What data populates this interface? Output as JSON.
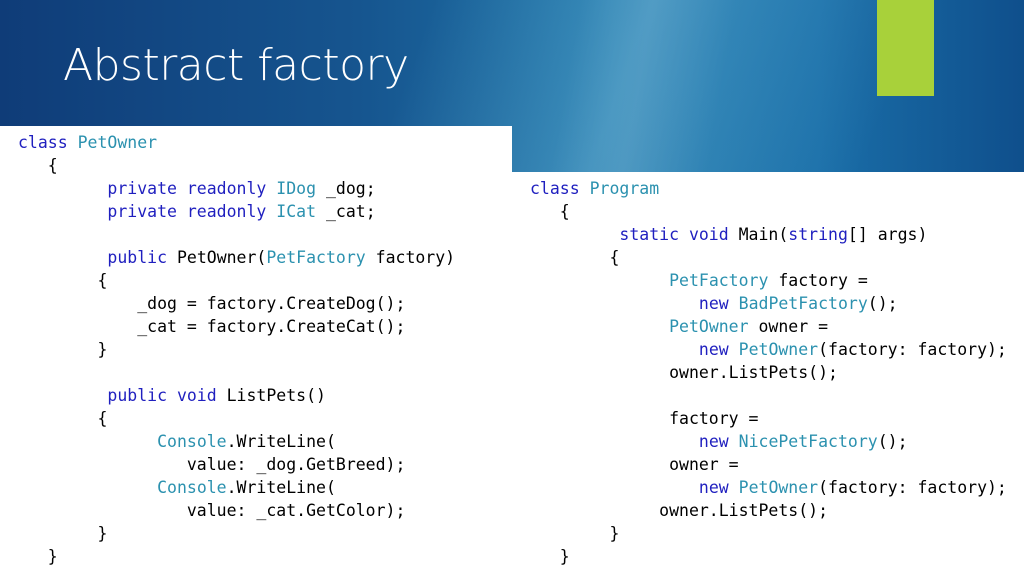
{
  "slide": {
    "title": "Abstract factory",
    "colors": {
      "accent": "#a8d13a",
      "keyword": "#1f1fbf",
      "type": "#2b91af",
      "header_blue": "#16558f"
    }
  },
  "code_left": {
    "lines": [
      [
        {
          "t": "class ",
          "c": "kw"
        },
        {
          "t": "PetOwner",
          "c": "ty"
        }
      ],
      [
        {
          "t": "   {",
          "c": "pl"
        }
      ],
      [
        {
          "t": "         ",
          "c": "pl"
        },
        {
          "t": "private readonly ",
          "c": "kw"
        },
        {
          "t": "IDog",
          "c": "ty"
        },
        {
          "t": " _dog;",
          "c": "pl"
        }
      ],
      [
        {
          "t": "         ",
          "c": "pl"
        },
        {
          "t": "private readonly ",
          "c": "kw"
        },
        {
          "t": "ICat",
          "c": "ty"
        },
        {
          "t": " _cat;",
          "c": "pl"
        }
      ],
      [
        {
          "t": "",
          "c": "pl"
        }
      ],
      [
        {
          "t": "         ",
          "c": "pl"
        },
        {
          "t": "public ",
          "c": "kw"
        },
        {
          "t": "PetOwner(",
          "c": "pl"
        },
        {
          "t": "PetFactory",
          "c": "ty"
        },
        {
          "t": " factory)",
          "c": "pl"
        }
      ],
      [
        {
          "t": "        {",
          "c": "pl"
        }
      ],
      [
        {
          "t": "            _dog = factory.CreateDog();",
          "c": "pl"
        }
      ],
      [
        {
          "t": "            _cat = factory.CreateCat();",
          "c": "pl"
        }
      ],
      [
        {
          "t": "        }",
          "c": "pl"
        }
      ],
      [
        {
          "t": "",
          "c": "pl"
        }
      ],
      [
        {
          "t": "         ",
          "c": "pl"
        },
        {
          "t": "public void ",
          "c": "kw"
        },
        {
          "t": "ListPets()",
          "c": "pl"
        }
      ],
      [
        {
          "t": "        {",
          "c": "pl"
        }
      ],
      [
        {
          "t": "              ",
          "c": "pl"
        },
        {
          "t": "Console",
          "c": "ty"
        },
        {
          "t": ".WriteLine(",
          "c": "pl"
        }
      ],
      [
        {
          "t": "                 value: _dog.GetBreed);",
          "c": "pl"
        }
      ],
      [
        {
          "t": "              ",
          "c": "pl"
        },
        {
          "t": "Console",
          "c": "ty"
        },
        {
          "t": ".WriteLine(",
          "c": "pl"
        }
      ],
      [
        {
          "t": "                 value: _cat.GetColor);",
          "c": "pl"
        }
      ],
      [
        {
          "t": "        }",
          "c": "pl"
        }
      ],
      [
        {
          "t": "   }",
          "c": "pl"
        }
      ]
    ]
  },
  "code_right": {
    "lines": [
      [
        {
          "t": "class ",
          "c": "kw"
        },
        {
          "t": "Program",
          "c": "ty"
        }
      ],
      [
        {
          "t": "   {",
          "c": "pl"
        }
      ],
      [
        {
          "t": "         ",
          "c": "pl"
        },
        {
          "t": "static void ",
          "c": "kw"
        },
        {
          "t": "Main(",
          "c": "pl"
        },
        {
          "t": "string",
          "c": "kw"
        },
        {
          "t": "[] args)",
          "c": "pl"
        }
      ],
      [
        {
          "t": "        {",
          "c": "pl"
        }
      ],
      [
        {
          "t": "              ",
          "c": "pl"
        },
        {
          "t": "PetFactory",
          "c": "ty"
        },
        {
          "t": " factory =",
          "c": "pl"
        }
      ],
      [
        {
          "t": "                 ",
          "c": "pl"
        },
        {
          "t": "new ",
          "c": "kw"
        },
        {
          "t": "BadPetFactory",
          "c": "ty"
        },
        {
          "t": "();",
          "c": "pl"
        }
      ],
      [
        {
          "t": "              ",
          "c": "pl"
        },
        {
          "t": "PetOwner",
          "c": "ty"
        },
        {
          "t": " owner =",
          "c": "pl"
        }
      ],
      [
        {
          "t": "                 ",
          "c": "pl"
        },
        {
          "t": "new ",
          "c": "kw"
        },
        {
          "t": "PetOwner",
          "c": "ty"
        },
        {
          "t": "(factory: factory);",
          "c": "pl"
        }
      ],
      [
        {
          "t": "              owner.ListPets();",
          "c": "pl"
        }
      ],
      [
        {
          "t": "",
          "c": "pl"
        }
      ],
      [
        {
          "t": "              factory =",
          "c": "pl"
        }
      ],
      [
        {
          "t": "                 ",
          "c": "pl"
        },
        {
          "t": "new ",
          "c": "kw"
        },
        {
          "t": "NicePetFactory",
          "c": "ty"
        },
        {
          "t": "();",
          "c": "pl"
        }
      ],
      [
        {
          "t": "              owner =",
          "c": "pl"
        }
      ],
      [
        {
          "t": "                 ",
          "c": "pl"
        },
        {
          "t": "new ",
          "c": "kw"
        },
        {
          "t": "PetOwner",
          "c": "ty"
        },
        {
          "t": "(factory: factory);",
          "c": "pl"
        }
      ],
      [
        {
          "t": "             owner.ListPets();",
          "c": "pl"
        }
      ],
      [
        {
          "t": "        }",
          "c": "pl"
        }
      ],
      [
        {
          "t": "   }",
          "c": "pl"
        }
      ]
    ]
  }
}
